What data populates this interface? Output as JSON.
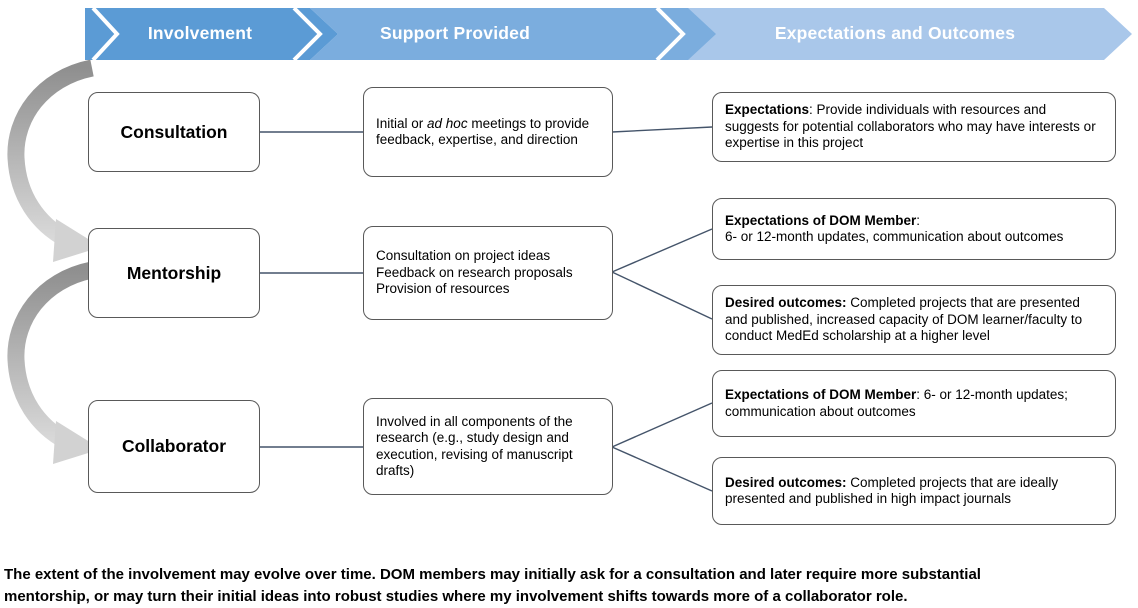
{
  "header": {
    "segments": [
      {
        "label": "Involvement"
      },
      {
        "label": "Support Provided"
      },
      {
        "label": "Expectations and Outcomes"
      }
    ]
  },
  "rows": [
    {
      "involvement": "Consultation",
      "support": {
        "prefix": "Initial or ",
        "italic": "ad hoc",
        "suffix": " meetings to provide feedback, expertise, and direction"
      },
      "expectations": [
        {
          "bold": "Expectations",
          "text": ": Provide individuals with resources and suggests for potential collaborators who may have interests or expertise in this project"
        }
      ]
    },
    {
      "involvement": "Mentorship",
      "support_lines": [
        "Consultation on project ideas",
        "Feedback on research proposals",
        "Provision of resources"
      ],
      "expectations": [
        {
          "bold": "Expectations of DOM Member",
          "text": ":",
          "line2": "6- or 12-month updates, communication about outcomes"
        },
        {
          "bold": "Desired outcomes:",
          "text": " Completed projects that are presented and published, increased capacity of DOM learner/faculty to conduct MedEd scholarship at a higher level"
        }
      ]
    },
    {
      "involvement": "Collaborator",
      "support_text": "Involved in all components of the research (e.g., study design and execution, revising of manuscript drafts)",
      "expectations": [
        {
          "bold": "Expectations of DOM Member",
          "text": ": 6- or 12-month updates; communication about outcomes"
        },
        {
          "bold": "Desired outcomes:",
          "text": " Completed projects that are ideally presented and published in high impact journals"
        }
      ]
    }
  ],
  "footer": "The extent of the involvement may evolve over time. DOM members may initially ask for a consultation and later require more substantial mentorship, or may turn their initial ideas into robust studies where my involvement shifts towards more of a collaborator role.",
  "colors": {
    "band1": "#5b9bd5",
    "band2": "#7badde",
    "band3": "#a9c7ea",
    "connector": "#44546a",
    "box_border": "#595959",
    "arrow_dark": "#8f8f8f",
    "arrow_light": "#d9d9d9",
    "arrow_head": "#d2d2d2"
  }
}
